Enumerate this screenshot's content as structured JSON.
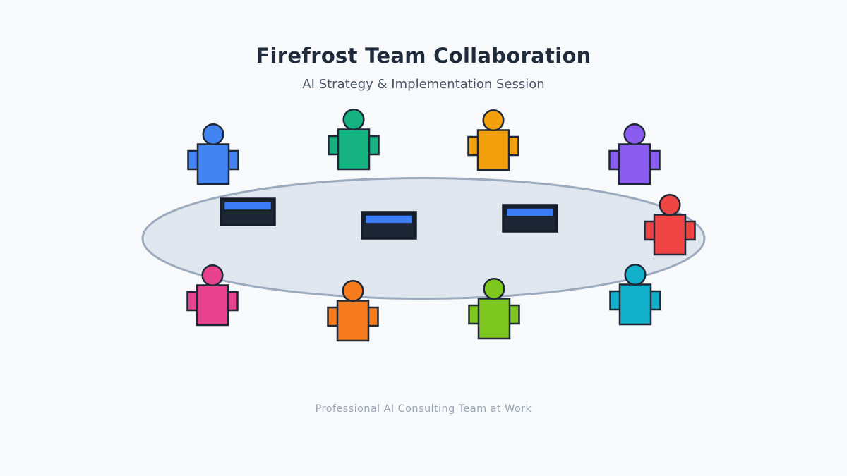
{
  "title": "Firefrost Team Collaboration",
  "subtitle": "AI Strategy & Implementation Session",
  "caption": "Professional AI Consulting Team at Work",
  "theme": {
    "background": "#f7f9fb",
    "title_color": "#1f2a3a",
    "subtitle_color": "#4a5565",
    "caption_color": "#9aa5b3",
    "outline": "#1e2837",
    "table_fill": "#e1e7ef",
    "table_border": "#9caabd",
    "laptop_body": "#1d2634",
    "laptop_edge": "#141c29",
    "laptop_screen": "#3b7bf3"
  },
  "people": [
    {
      "seat": "top-1",
      "color": "#4184f2"
    },
    {
      "seat": "top-2",
      "color": "#16b380"
    },
    {
      "seat": "top-3",
      "color": "#f3a00e"
    },
    {
      "seat": "top-4",
      "color": "#8a5cf0"
    },
    {
      "seat": "right",
      "color": "#ee4444"
    },
    {
      "seat": "bottom-1",
      "color": "#e8428f"
    },
    {
      "seat": "bottom-2",
      "color": "#f57b1d"
    },
    {
      "seat": "bottom-3",
      "color": "#7dc71e"
    },
    {
      "seat": "bottom-4",
      "color": "#12b0cb"
    }
  ],
  "laptop_count": 3
}
